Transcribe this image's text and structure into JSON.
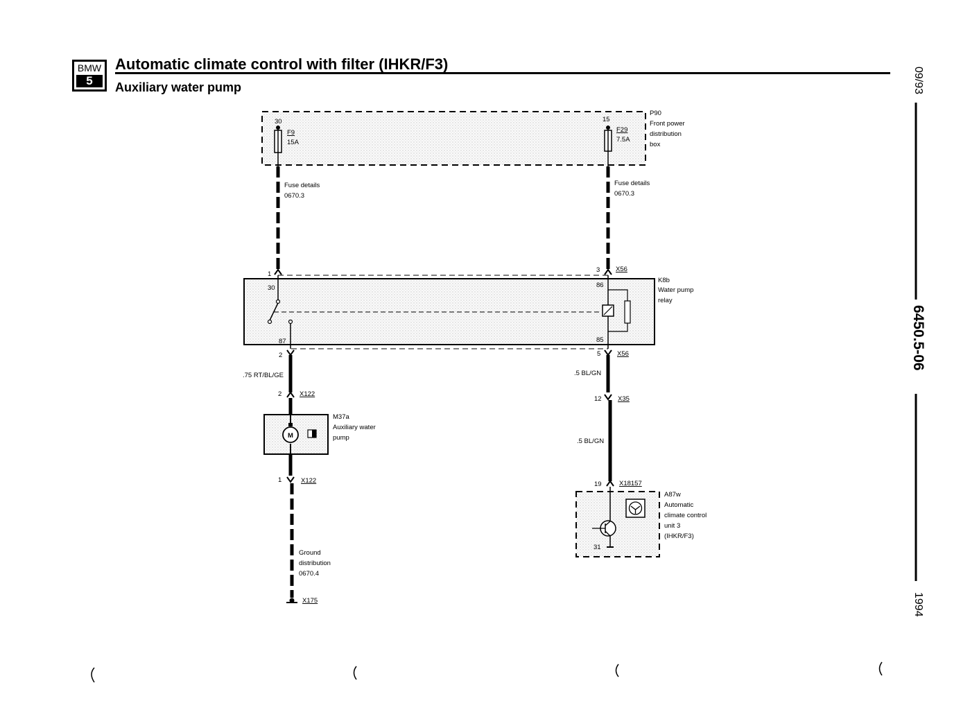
{
  "header": {
    "logo_top": "BMW",
    "logo_bottom": "5",
    "title": "Automatic climate control with filter (IHKR/F3)",
    "subtitle": "Auxiliary water pump"
  },
  "side": {
    "date": "09/93",
    "page_code": "6450.5-06",
    "year": "1994"
  },
  "components": {
    "p90": {
      "id": "P90",
      "line1": "Front power",
      "line2": "distribution",
      "line3": "box"
    },
    "k8b": {
      "id": "K8b",
      "line1": "Water pump",
      "line2": "relay"
    },
    "m37a": {
      "id": "M37a",
      "line1": "Auxiliary water",
      "line2": "pump",
      "symbol": "M"
    },
    "a87w": {
      "id": "A87w",
      "line1": "Automatic",
      "line2": "climate control",
      "line3": "unit 3",
      "line4": "(IHKR/F3)"
    }
  },
  "fuses": {
    "f9": {
      "terminal": "30",
      "name": "F9",
      "rating": "15A"
    },
    "f29": {
      "terminal": "15",
      "name": "F29",
      "rating": "7.5A"
    }
  },
  "notes": {
    "fuse_left_1": "Fuse details",
    "fuse_left_2": "0670.3",
    "fuse_right_1": "Fuse details",
    "fuse_right_2": "0670.3",
    "ground_1": "Ground",
    "ground_2": "distribution",
    "ground_3": "0670.4"
  },
  "pins": {
    "k8b_in_left": "1",
    "k8b_in_right": "3",
    "k8b_out_left": "2",
    "k8b_out_right": "5",
    "relay_30": "30",
    "relay_86": "86",
    "relay_87": "87",
    "relay_85": "85",
    "m37a_in": "2",
    "m37a_out": "1",
    "x35_pin": "12",
    "x18157_pin": "19",
    "a87w_31": "31"
  },
  "connectors": {
    "x56_top": "X56",
    "x56_bottom": "X56",
    "x122_top": "X122",
    "x122_bottom": "X122",
    "x35": "X35",
    "x18157": "X18157",
    "x175": "X175"
  },
  "wires": {
    "left": ".75 RT/BL/GE",
    "right_upper": ".5 BL/GN",
    "right_lower": ".5 BL/GN"
  }
}
